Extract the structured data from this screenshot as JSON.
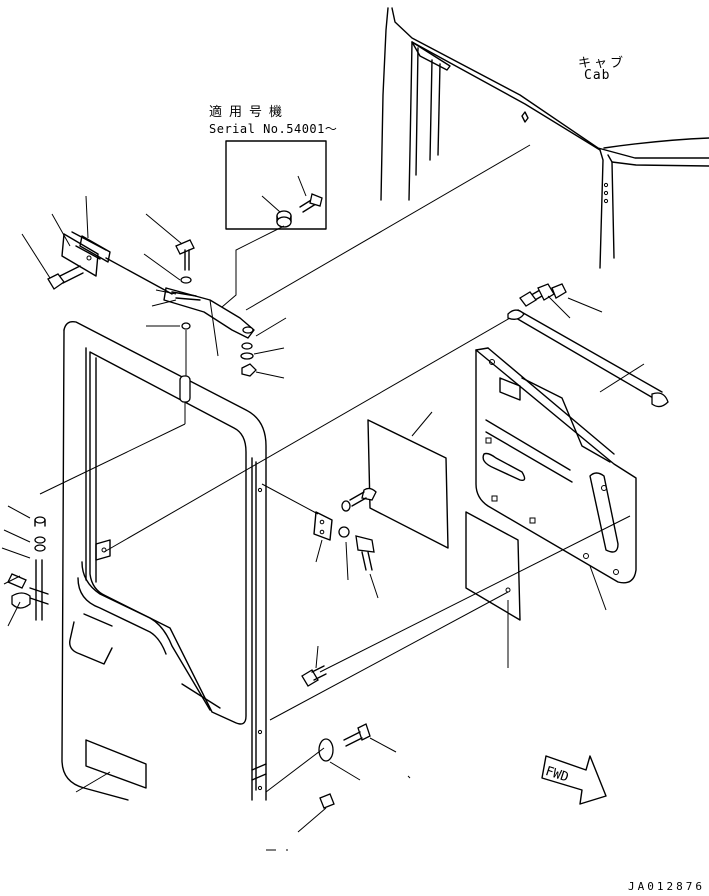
{
  "labels": {
    "cab_jp": "キャブ",
    "cab_en": "Cab",
    "serial_jp": "適用号機",
    "serial_en": "Serial No.54001～",
    "fwd": "FWD",
    "drawing_code": "JA012876"
  },
  "icons": {
    "fwd_arrow": "fwd-arrow-icon"
  }
}
